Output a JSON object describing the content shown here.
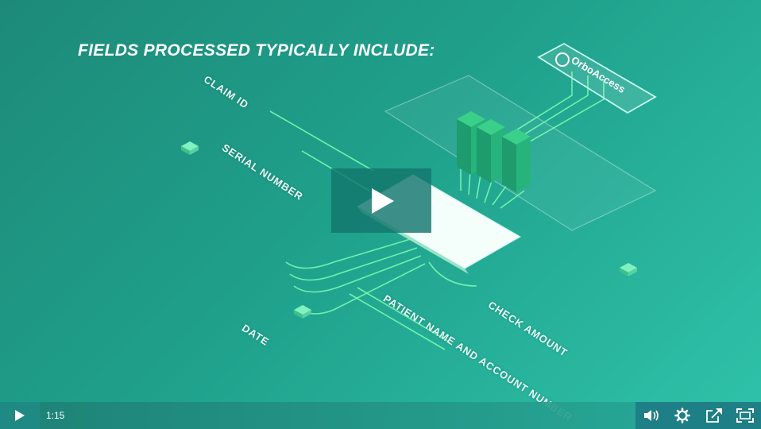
{
  "video": {
    "headline": "FIELDS PROCESSED TYPICALLY INCLUDE:",
    "brand": "OrboAccess",
    "fields": {
      "claim": "CLAIM ID",
      "serial": "SERIAL NUMBER",
      "date": "DATE",
      "patient": "PATIENT NAME AND ACCOUNT NUMBER",
      "check": "CHECK AMOUNT"
    }
  },
  "controls": {
    "time": "1:15",
    "progress_fraction": 0.0
  },
  "icons": {
    "play_overlay": "play-icon",
    "play": "play-icon",
    "volume": "volume-icon",
    "settings": "gear-icon",
    "share": "share-icon",
    "fullscreen": "fullscreen-icon"
  },
  "colors": {
    "accent": "#1f8a83",
    "line": "#7dffb0"
  }
}
